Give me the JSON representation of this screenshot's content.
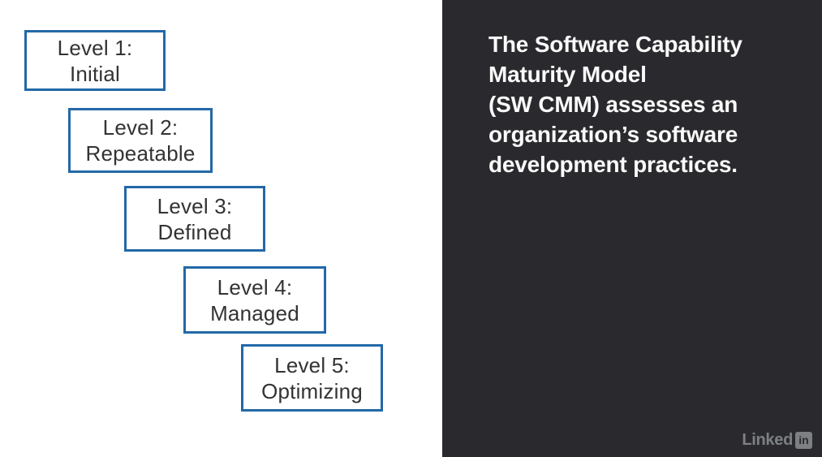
{
  "slide": {
    "diagram": {
      "boxes": [
        {
          "level": "Level 1:",
          "name": "Initial"
        },
        {
          "level": "Level 2:",
          "name": "Repeatable"
        },
        {
          "level": "Level 3:",
          "name": "Defined"
        },
        {
          "level": "Level 4:",
          "name": "Managed"
        },
        {
          "level": "Level 5:",
          "name": "Optimizing"
        }
      ]
    },
    "panel": {
      "lines": [
        "The Software Capability",
        "Maturity Model",
        "(SW CMM) assesses an",
        "organization’s software",
        "development practices."
      ]
    },
    "branding": {
      "wordmark": "Linked",
      "badge": "in"
    },
    "colors": {
      "page_background": "#ffffff",
      "box_border": "#2368a8",
      "box_text": "#333333",
      "panel_background": "#2a2a2e",
      "panel_text": "#fafafa",
      "logo_gray": "#7d8083"
    }
  }
}
